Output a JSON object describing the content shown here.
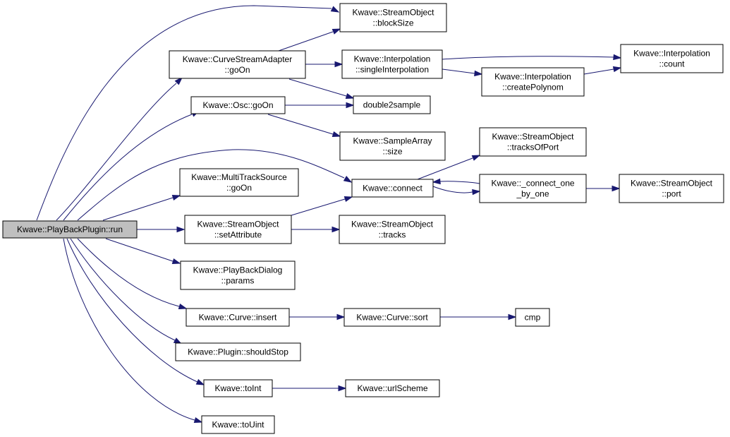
{
  "graph": {
    "colors": {
      "edge": "#191970",
      "node_border": "#000000",
      "root_fill": "#bfbfbf",
      "node_fill": "#ffffff"
    },
    "nodes": [
      {
        "id": "run",
        "lines": [
          "Kwave::PlayBackPlugin::run"
        ],
        "root": true
      },
      {
        "id": "csa_goon",
        "lines": [
          "Kwave::CurveStreamAdapter",
          "::goOn"
        ]
      },
      {
        "id": "osc_goon",
        "lines": [
          "Kwave::Osc::goOn"
        ]
      },
      {
        "id": "connect",
        "lines": [
          "Kwave::connect"
        ]
      },
      {
        "id": "mts_goon",
        "lines": [
          "Kwave::MultiTrackSource",
          "::goOn"
        ]
      },
      {
        "id": "so_setattr",
        "lines": [
          "Kwave::StreamObject",
          "::setAttribute"
        ]
      },
      {
        "id": "pbd_params",
        "lines": [
          "Kwave::PlayBackDialog",
          "::params"
        ]
      },
      {
        "id": "curve_insert",
        "lines": [
          "Kwave::Curve::insert"
        ]
      },
      {
        "id": "plugin_stop",
        "lines": [
          "Kwave::Plugin::shouldStop"
        ]
      },
      {
        "id": "toint",
        "lines": [
          "Kwave::toInt"
        ]
      },
      {
        "id": "touint",
        "lines": [
          "Kwave::toUint"
        ]
      },
      {
        "id": "so_blocksize",
        "lines": [
          "Kwave::StreamObject",
          "::blockSize"
        ]
      },
      {
        "id": "interp_single",
        "lines": [
          "Kwave::Interpolation",
          "::singleInterpolation"
        ]
      },
      {
        "id": "double2sample",
        "lines": [
          "double2sample"
        ]
      },
      {
        "id": "sa_size",
        "lines": [
          "Kwave::SampleArray",
          "::size"
        ]
      },
      {
        "id": "so_tracksofport",
        "lines": [
          "Kwave::StreamObject",
          "::tracksOfPort"
        ]
      },
      {
        "id": "connect_one",
        "lines": [
          "Kwave::_connect_one",
          "_by_one"
        ]
      },
      {
        "id": "so_tracks",
        "lines": [
          "Kwave::StreamObject",
          "::tracks"
        ]
      },
      {
        "id": "curve_sort",
        "lines": [
          "Kwave::Curve::sort"
        ]
      },
      {
        "id": "urlscheme",
        "lines": [
          "Kwave::urlScheme"
        ]
      },
      {
        "id": "interp_count",
        "lines": [
          "Kwave::Interpolation",
          "::count"
        ]
      },
      {
        "id": "interp_poly",
        "lines": [
          "Kwave::Interpolation",
          "::createPolynom"
        ]
      },
      {
        "id": "so_port",
        "lines": [
          "Kwave::StreamObject",
          "::port"
        ]
      },
      {
        "id": "cmp",
        "lines": [
          "cmp"
        ]
      }
    ],
    "edges": [
      {
        "from": "run",
        "to": "so_blocksize"
      },
      {
        "from": "run",
        "to": "csa_goon"
      },
      {
        "from": "run",
        "to": "osc_goon"
      },
      {
        "from": "run",
        "to": "connect"
      },
      {
        "from": "run",
        "to": "mts_goon"
      },
      {
        "from": "run",
        "to": "so_setattr"
      },
      {
        "from": "run",
        "to": "pbd_params"
      },
      {
        "from": "run",
        "to": "curve_insert"
      },
      {
        "from": "run",
        "to": "plugin_stop"
      },
      {
        "from": "run",
        "to": "toint"
      },
      {
        "from": "run",
        "to": "touint"
      },
      {
        "from": "csa_goon",
        "to": "so_blocksize"
      },
      {
        "from": "csa_goon",
        "to": "interp_single"
      },
      {
        "from": "csa_goon",
        "to": "double2sample"
      },
      {
        "from": "osc_goon",
        "to": "double2sample"
      },
      {
        "from": "osc_goon",
        "to": "sa_size"
      },
      {
        "from": "interp_single",
        "to": "interp_count"
      },
      {
        "from": "interp_single",
        "to": "interp_poly"
      },
      {
        "from": "interp_poly",
        "to": "interp_count"
      },
      {
        "from": "connect",
        "to": "so_tracksofport"
      },
      {
        "from": "connect",
        "to": "connect_one"
      },
      {
        "from": "connect_one",
        "to": "connect"
      },
      {
        "from": "connect_one",
        "to": "so_port"
      },
      {
        "from": "so_setattr",
        "to": "connect"
      },
      {
        "from": "so_setattr",
        "to": "so_tracks"
      },
      {
        "from": "curve_insert",
        "to": "curve_sort"
      },
      {
        "from": "curve_sort",
        "to": "cmp"
      },
      {
        "from": "toint",
        "to": "urlscheme"
      }
    ]
  }
}
